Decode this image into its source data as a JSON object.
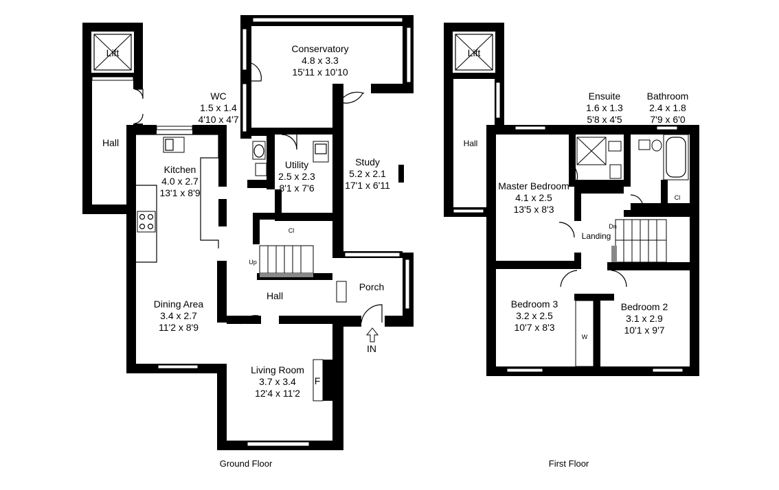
{
  "floors": {
    "ground": "Ground Floor",
    "first": "First Floor"
  },
  "rooms": {
    "lift_ground": {
      "name": "Lift"
    },
    "hall_ground_left": {
      "name": "Hall"
    },
    "conservatory": {
      "name": "Conservatory",
      "metric": "4.8 x 3.3",
      "imperial": "15'11 x 10'10"
    },
    "wc": {
      "name": "WC",
      "metric": "1.5 x 1.4",
      "imperial": "4'10 x 4'7"
    },
    "kitchen": {
      "name": "Kitchen",
      "metric": "4.0 x 2.7",
      "imperial": "13'1 x 8'9"
    },
    "utility": {
      "name": "Utility",
      "metric": "2.5 x 2.3",
      "imperial": "8'1 x 7'6"
    },
    "study": {
      "name": "Study",
      "metric": "5.2 x 2.1",
      "imperial": "17'1 x 6'11"
    },
    "cupboard_ground": {
      "name": "Cl"
    },
    "stairs_up": {
      "name": "Up"
    },
    "hall_ground_center": {
      "name": "Hall"
    },
    "porch": {
      "name": "Porch"
    },
    "dining_area": {
      "name": "Dining Area",
      "metric": "3.4 x 2.7",
      "imperial": "11'2 x 8'9"
    },
    "living_room": {
      "name": "Living Room",
      "metric": "3.7 x 3.4",
      "imperial": "12'4 x 11'2"
    },
    "fireplace": {
      "name": "F"
    },
    "entrance": {
      "name": "IN"
    },
    "lift_first": {
      "name": "Lift"
    },
    "hall_first": {
      "name": "Hall"
    },
    "ensuite": {
      "name": "Ensuite",
      "metric": "1.6 x 1.3",
      "imperial": "5'8 x 4'5"
    },
    "bathroom": {
      "name": "Bathroom",
      "metric": "2.4 x 1.8",
      "imperial": "7'9 x 6'0"
    },
    "master_bedroom": {
      "name": "Master Bedroom",
      "metric": "4.1 x 2.5",
      "imperial": "13'5 x 8'3"
    },
    "cupboard_first": {
      "name": "Cl"
    },
    "stairs_down": {
      "name": "Dn"
    },
    "landing": {
      "name": "Landing"
    },
    "bedroom_3": {
      "name": "Bedroom 3",
      "metric": "3.2 x 2.5",
      "imperial": "10'7 x 8'3"
    },
    "wardrobe": {
      "name": "W"
    },
    "bedroom_2": {
      "name": "Bedroom 2",
      "metric": "3.1 x 2.9",
      "imperial": "10'1 x 9'7"
    }
  }
}
